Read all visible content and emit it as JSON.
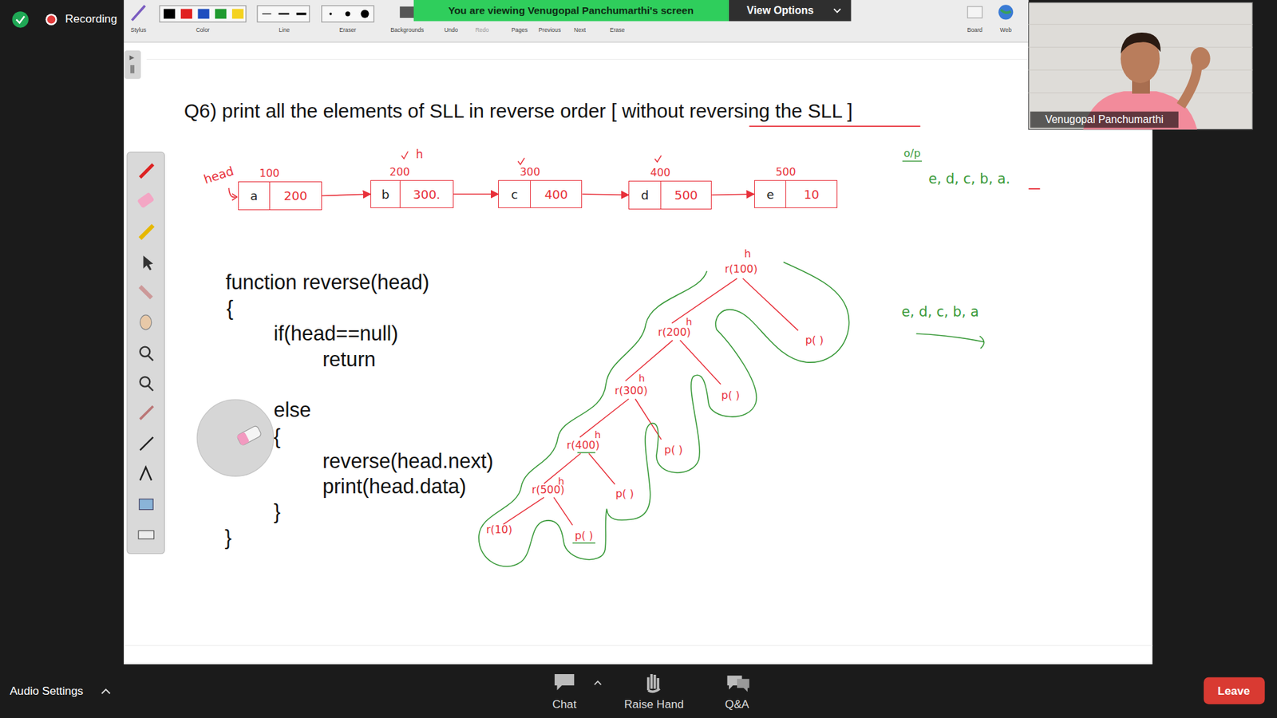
{
  "diagram": {
    "title": "Q6) print all the elements of SLL in reverse order [ without reversing the SLL ]",
    "nodes": [
      {
        "text": [
          "100",
          "a",
          "200"
        ]
      },
      {
        "text": [
          "200",
          "b",
          "300."
        ]
      },
      {
        "text": [
          "300",
          "c",
          "400"
        ]
      },
      {
        "text": [
          "400",
          "d",
          "500"
        ]
      },
      {
        "text": [
          "500",
          "e",
          "10"
        ]
      }
    ],
    "edges": [
      {
        "from": 0,
        "to": 1,
        "arrow": "to"
      },
      {
        "from": 1,
        "to": 2,
        "arrow": "to"
      },
      {
        "from": 2,
        "to": 3,
        "arrow": "to"
      },
      {
        "from": 3,
        "to": 4,
        "arrow": "to"
      }
    ],
    "labels": [
      "Recording",
      "Stylus",
      "Color",
      "Line",
      "Eraser",
      "Backgrounds",
      "Undo",
      "Redo",
      "Pages",
      "Previous",
      "Next",
      "Erase",
      "Board",
      "Web",
      "You are viewing Venugopal Panchumarthi's screen",
      "View Options",
      "Venugopal Panchumarthi",
      "Audio Settings",
      "Chat",
      "Raise Hand",
      "Q&A",
      "Leave",
      "function reverse(head)",
      "{",
      "if(head==null)",
      "return",
      "else",
      "{",
      "reverse(head.next)",
      "print(head.data)",
      "}",
      "}",
      "head",
      "h",
      "o/p",
      "e, d, c, b, a.",
      "e, d, c, b, a",
      "h",
      "r(100)",
      "h",
      "r(200)",
      "p( )",
      "h",
      "r(300)",
      "p( )",
      "h",
      "r(400)",
      "p( )",
      "h",
      "r(500)",
      "p( )",
      "r(10)",
      "p( )"
    ]
  }
}
